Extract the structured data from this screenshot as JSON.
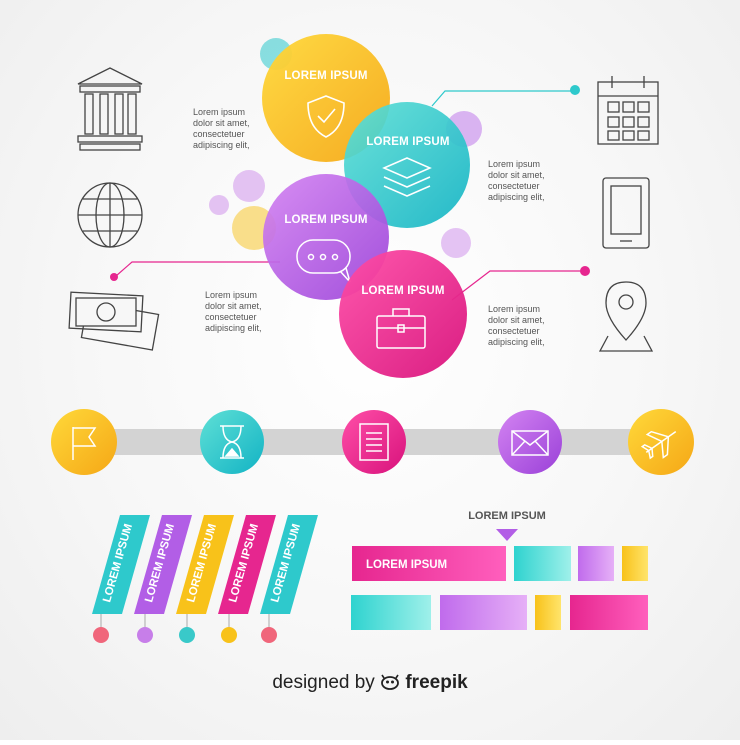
{
  "bubbles": [
    {
      "title": "LOREM IPSUM",
      "icon": "shield-check-icon"
    },
    {
      "title": "LOREM IPSUM",
      "icon": "layers-icon"
    },
    {
      "title": "LOREM IPSUM",
      "icon": "chat-bubble-icon"
    },
    {
      "title": "LOREM IPSUM",
      "icon": "briefcase-icon"
    }
  ],
  "text_blocks": [
    {
      "lines": [
        "Lorem ipsum",
        "dolor sit amet,",
        "consectetuer",
        "adipiscing elit,"
      ]
    },
    {
      "lines": [
        "Lorem ipsum",
        "dolor sit amet,",
        "consectetuer",
        "adipiscing elit,"
      ]
    },
    {
      "lines": [
        "Lorem ipsum",
        "dolor sit amet,",
        "consectetuer",
        "adipiscing elit,"
      ]
    },
    {
      "lines": [
        "Lorem ipsum",
        "dolor sit amet,",
        "consectetuer",
        "adipiscing elit,"
      ]
    }
  ],
  "outline_icons_left": [
    "bank-icon",
    "globe-icon",
    "money-icon"
  ],
  "outline_icons_right": [
    "calendar-icon",
    "smartphone-icon",
    "location-pin-icon"
  ],
  "timeline": [
    {
      "icon": "flag-icon",
      "color": "#f8c21a"
    },
    {
      "icon": "hourglass-icon",
      "color": "#2ec9cc"
    },
    {
      "icon": "document-icon",
      "color": "#e6268f"
    },
    {
      "icon": "envelope-icon",
      "color": "#b25ee6"
    },
    {
      "icon": "airplane-icon",
      "color": "#f8c21a"
    }
  ],
  "slanted_labels": [
    {
      "text": "LOREM IPSUM",
      "color": "#2ec9cc"
    },
    {
      "text": "LOREM IPSUM",
      "color": "#b25ee6"
    },
    {
      "text": "LOREM IPSUM",
      "color": "#f8c21a"
    },
    {
      "text": "LOREM IPSUM",
      "color": "#e6268f"
    },
    {
      "text": "LOREM IPSUM",
      "color": "#2ec9cc"
    }
  ],
  "pointer_label": "LOREM IPSUM",
  "bar_label": "LOREM IPSUM",
  "footer": {
    "prefix": "designed by",
    "brand": "freepik"
  },
  "colors": {
    "yellow": "#f8c21a",
    "teal": "#2ec9cc",
    "purple": "#b25ee6",
    "magenta": "#e6268f",
    "track": "#d3d3d3"
  }
}
